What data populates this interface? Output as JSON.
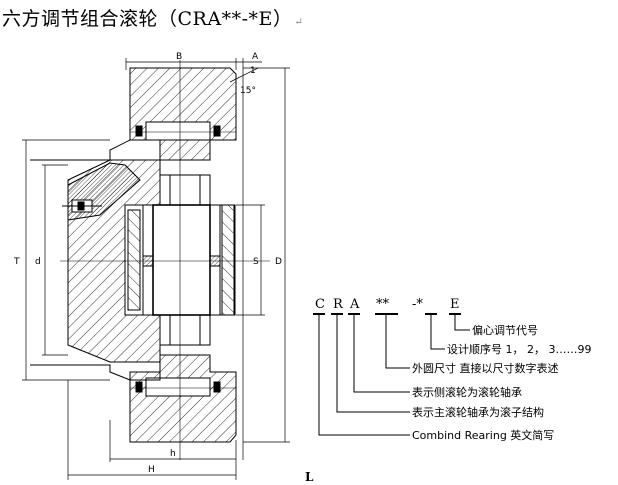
{
  "title": "六方调节组合滚轮（CRA**-*E）",
  "return_mark": "↵",
  "dimensions": {
    "B": "B",
    "A": "A",
    "angle": "15°",
    "chamfer": "1",
    "T": "T",
    "d": "d",
    "S": "S",
    "D": "D",
    "h": "h",
    "H": "H"
  },
  "code": {
    "parts": [
      "C",
      "R",
      "A",
      "**",
      "-*",
      "E"
    ]
  },
  "legend": [
    {
      "part": "E",
      "text": "偏心调节代号"
    },
    {
      "part": "-*",
      "text": "设计顺序号 1， 2， 3……99"
    },
    {
      "part": "**",
      "text": "外圆尺寸 直接以尺寸数字表述"
    },
    {
      "part": "A",
      "text": "表示侧滚轮为滚轮轴承"
    },
    {
      "part": "R",
      "text": "表示主滚轮轴承为滚子结构"
    },
    {
      "part": "C",
      "text": "Combind Rearing 英文简写"
    }
  ],
  "footer_mark": "L"
}
